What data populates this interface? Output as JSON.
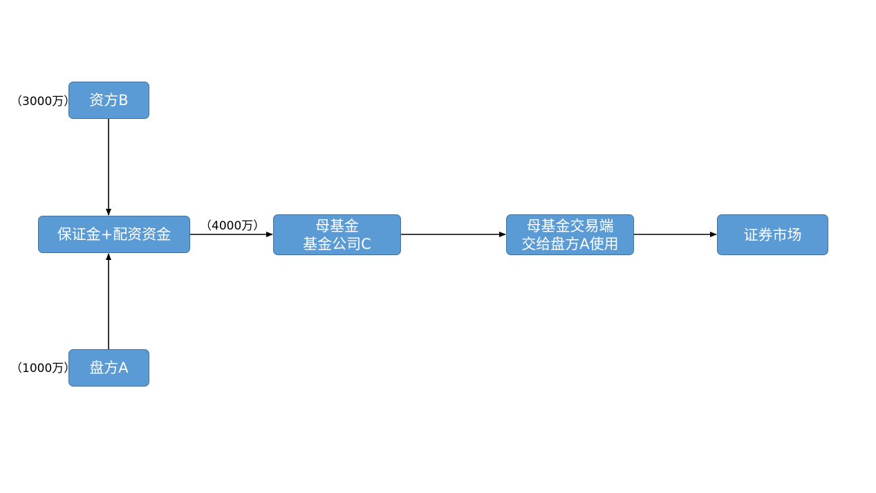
{
  "nodes": {
    "investor_b": {
      "lines": [
        "资方B"
      ]
    },
    "fund_pool": {
      "lines": [
        "保证金+配资资金"
      ]
    },
    "trader_a": {
      "lines": [
        "盘方A"
      ]
    },
    "parent_fund": {
      "lines": [
        "母基金",
        "基金公司C"
      ]
    },
    "trading_terminal": {
      "lines": [
        "母基金交易端",
        "交给盘方A使用"
      ]
    },
    "securities_market": {
      "lines": [
        "证券市场"
      ]
    }
  },
  "edge_labels": {
    "investor_b_amount": "（3000万）",
    "trader_a_amount": "（1000万）",
    "pool_amount": "（4000万）"
  },
  "colors": {
    "node_fill": "#5b9bd5",
    "node_border": "#41719c",
    "node_text": "#ffffff",
    "arrow": "#000000"
  }
}
